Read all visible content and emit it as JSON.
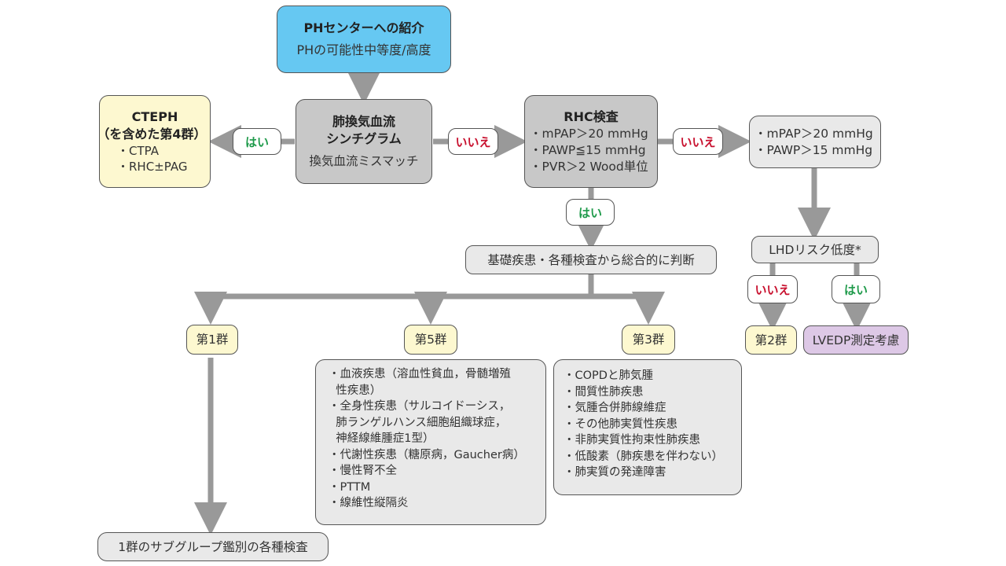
{
  "nodes": {
    "referral": {
      "title": "PHセンターへの紹介",
      "subtitle": "PHの可能性中等度/高度"
    },
    "vq_scan": {
      "title_line1": "肺換気血流",
      "title_line2": "シンチグラム",
      "subtitle": "換気血流ミスマッチ"
    },
    "cteph": {
      "title_line1": "CTEPH",
      "title_line2": "（を含めた第4群）",
      "items": [
        "・CTPA",
        "・RHC±PAG"
      ]
    },
    "rhc": {
      "title": "RHC検査",
      "items": [
        "・mPAP＞20 mmHg",
        "・PAWP≦15 mmHg",
        "・PVR＞2 Wood単位"
      ]
    },
    "postcap": {
      "items": [
        "・mPAP＞20 mmHg",
        "・PAWP＞15 mmHg"
      ]
    },
    "comprehensive": {
      "text": "基礎疾患・各種検査から総合的に判断"
    },
    "lhd_risk": {
      "text": "LHDリスク低度*"
    },
    "group1": {
      "text": "第1群"
    },
    "group5": {
      "text": "第5群"
    },
    "group3": {
      "text": "第3群"
    },
    "group2": {
      "text": "第2群"
    },
    "lvedp": {
      "text": "LVEDP測定考慮"
    },
    "group5_list": {
      "items": [
        "・血液疾患（溶血性貧血，骨髄増殖",
        "  性疾患）",
        "・全身性疾患（サルコイドーシス，",
        "  肺ランゲルハンス細胞組織球症，",
        "  神経線維腫症1型）",
        "・代謝性疾患（糖原病，Gaucher病）",
        "・慢性腎不全",
        "・PTTM",
        "・線維性縦隔炎"
      ]
    },
    "group3_list": {
      "items": [
        "・COPDと肺気腫",
        "・間質性肺疾患",
        "・気腫合併肺線維症",
        "・その他肺実質性疾患",
        "・非肺実質性拘束性肺疾患",
        "・低酸素（肺疾患を伴わない）",
        "・肺実質の発達障害"
      ]
    },
    "group1_sub": {
      "text": "1群のサブグループ鑑別の各種検査"
    }
  },
  "labels": {
    "yes": "はい",
    "no": "いいえ"
  },
  "colors": {
    "referral": "#66c8f2",
    "test": "#c8c8c8",
    "result": "#e9e9e9",
    "group": "#fdf8d0",
    "lvedp": "#ddc8e6",
    "yes": "#1e9a4a",
    "no": "#c8102e",
    "arrow": "#999999"
  }
}
